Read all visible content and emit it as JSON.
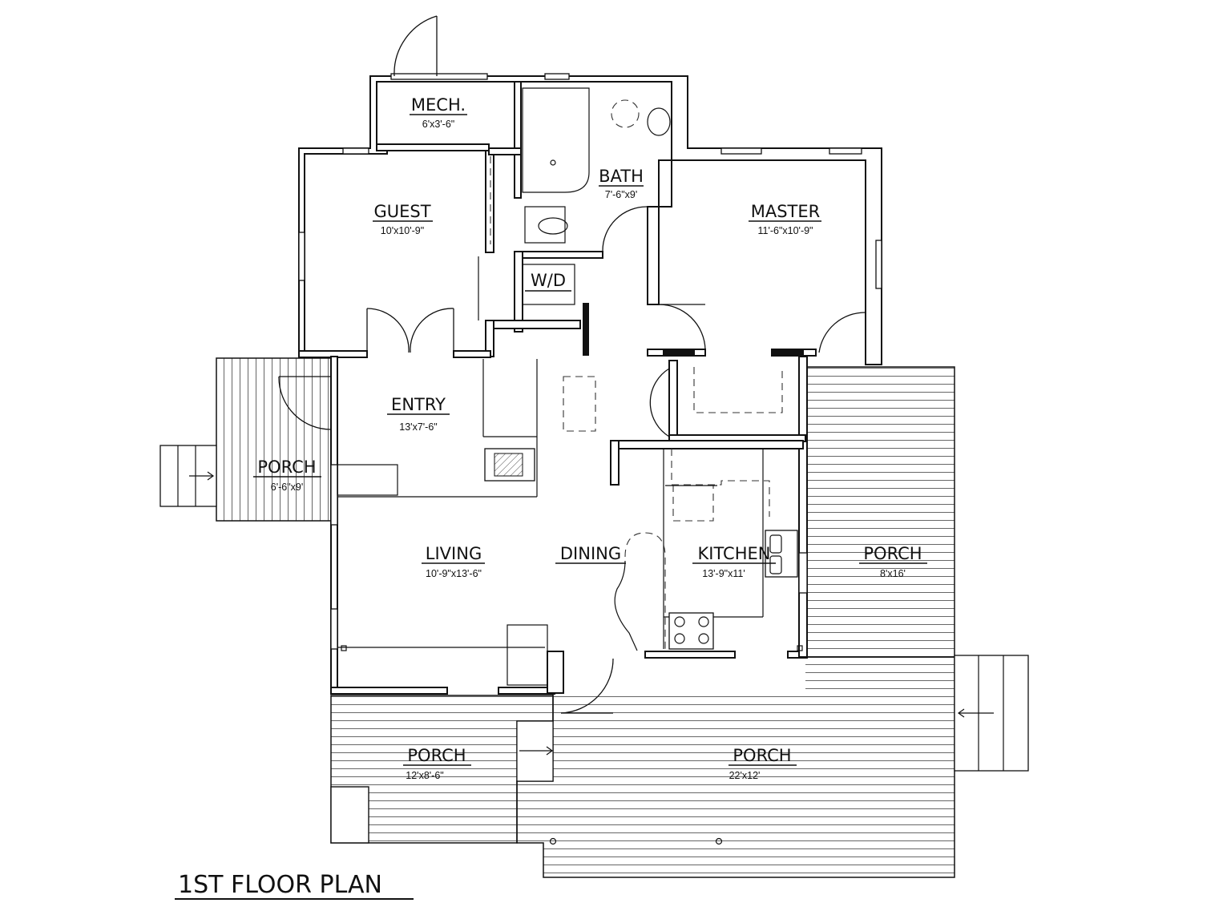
{
  "drawing": {
    "title": "1ST FLOOR PLAN",
    "rooms": [
      {
        "id": "mech",
        "name": "MECH.",
        "dim": "6'x3'-6\""
      },
      {
        "id": "bath",
        "name": "BATH",
        "dim": "7'-6\"x9'"
      },
      {
        "id": "guest",
        "name": "GUEST",
        "dim": "10'x10'-9\""
      },
      {
        "id": "master",
        "name": "MASTER",
        "dim": "11'-6\"x10'-9\""
      },
      {
        "id": "wd",
        "name": "W/D",
        "dim": ""
      },
      {
        "id": "entry",
        "name": "ENTRY",
        "dim": "13'x7'-6\""
      },
      {
        "id": "porch-w",
        "name": "PORCH",
        "dim": "6'-6\"x9'"
      },
      {
        "id": "living",
        "name": "LIVING",
        "dim": "10'-9\"x13'-6\""
      },
      {
        "id": "dining",
        "name": "DINING",
        "dim": ""
      },
      {
        "id": "kitchen",
        "name": "KITCHEN",
        "dim": "13'-9\"x11'"
      },
      {
        "id": "porch-e",
        "name": "PORCH",
        "dim": "8'x16'"
      },
      {
        "id": "porch-s1",
        "name": "PORCH",
        "dim": "12'x8'-6\""
      },
      {
        "id": "porch-s2",
        "name": "PORCH",
        "dim": "22'x12'"
      }
    ]
  }
}
